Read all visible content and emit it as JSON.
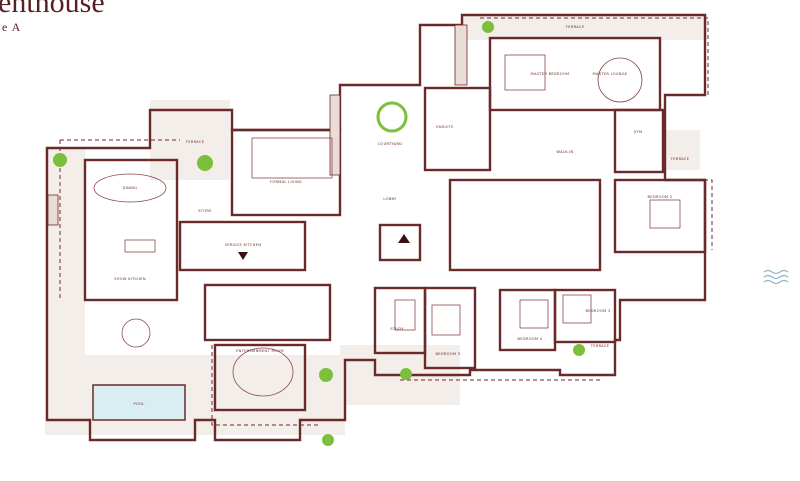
{
  "header": {
    "title": "enthouse",
    "subtitle": "e A"
  },
  "colors": {
    "wall": "#6b2a2a",
    "terrace": "#f4eeeb",
    "pool": "#d9eef2",
    "plant": "#7cbf3b",
    "wave": "#8fb6c9"
  },
  "icons": {
    "water": "wave-icon",
    "plants": "plant-icon",
    "entry": "entry-arrow-icon"
  },
  "rooms": {
    "terrace_top": "TERRACE",
    "terrace_left": "TERRACE",
    "terrace_right": "TERRACE",
    "terrace_bottom": "TERRACE",
    "master_bedroom": "MASTER BEDROOM",
    "master_lounge": "MASTER LOUNGE",
    "ensuite": "ENSUITE",
    "gym": "GYM",
    "walk_in": "WALK-IN",
    "courtyard": "COURTYARD",
    "lobby": "LOBBY",
    "dining": "DINING",
    "formal_living": "FORMAL LIVING",
    "store": "STORE",
    "show_kitchen": "SHOW KITCHEN",
    "service_kitchen": "SERVICE KITCHEN",
    "pool": "POOL",
    "entertainment": "ENTERTAINMENT ROOM",
    "study": "STUDY",
    "bedroom2": "BEDROOM 2",
    "bedroom3": "BEDROOM 3",
    "bedroom4": "BEDROOM 4",
    "bedroom5": "BEDROOM 5"
  }
}
